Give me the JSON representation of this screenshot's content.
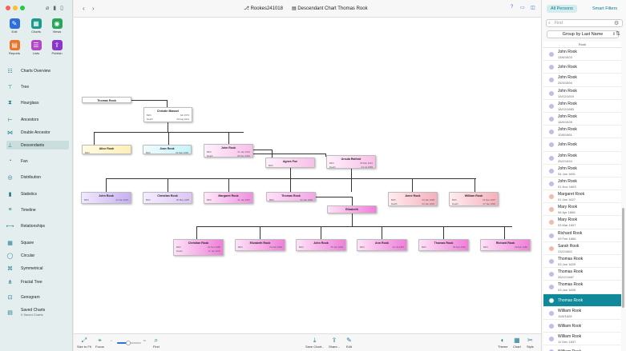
{
  "sidebar": {
    "tools": [
      {
        "label": "Edit",
        "icon": "pencil-icon",
        "color": "#2e6fd9"
      },
      {
        "label": "Charts",
        "icon": "charts-icon",
        "color": "#1a9a8a"
      },
      {
        "label": "Views",
        "icon": "eye-icon",
        "color": "#2aa55a"
      },
      {
        "label": "Reports",
        "icon": "reports-icon",
        "color": "#e9742b"
      },
      {
        "label": "Lists",
        "icon": "lists-icon",
        "color": "#b048c8"
      },
      {
        "label": "Publish",
        "icon": "publish-icon",
        "color": "#8a36c9"
      }
    ],
    "nav": [
      {
        "label": "Charts Overview",
        "icon": "charts-overview-icon"
      },
      {
        "label": "Tree",
        "icon": "tree-icon"
      },
      {
        "label": "Hourglass",
        "icon": "hourglass-icon"
      },
      {
        "label": "Ancestors",
        "icon": "ancestors-icon"
      },
      {
        "label": "Double Ancestor",
        "icon": "double-ancestor-icon"
      },
      {
        "label": "Descendants",
        "icon": "descendants-icon"
      },
      {
        "label": "Fan",
        "icon": "fan-icon"
      },
      {
        "label": "Distribution",
        "icon": "distribution-icon"
      },
      {
        "label": "Statistics",
        "icon": "statistics-icon"
      },
      {
        "label": "Timeline",
        "icon": "timeline-icon"
      },
      {
        "label": "Relationships",
        "icon": "relationships-icon"
      },
      {
        "label": "Square",
        "icon": "square-icon"
      },
      {
        "label": "Circular",
        "icon": "circular-icon"
      },
      {
        "label": "Symmetrical",
        "icon": "symmetrical-icon"
      },
      {
        "label": "Fractal Tree",
        "icon": "fractal-tree-icon"
      },
      {
        "label": "Genogram",
        "icon": "genogram-icon"
      },
      {
        "label": "Saved Charts",
        "icon": "saved-charts-icon",
        "sub": "0 Saved Charts"
      }
    ],
    "active_nav": "Descendants"
  },
  "toolbar": {
    "db_title": "Rookes241018",
    "chart_title": "Descendant Chart Thomas Rook"
  },
  "chart": {
    "root": {
      "name": "Thomas Rook"
    },
    "spouse_root": {
      "name": "Christin Blassel",
      "birth": "Birth",
      "death": "Death",
      "b": "Abt 1573",
      "d": "29 Aug 1614"
    },
    "gen1": [
      {
        "name": "Alice Rook",
        "birth": "Birth",
        "b": "",
        "style": "yellow"
      },
      {
        "name": "Joan Rook",
        "birth": "Birth",
        "b": "01 Mar 1600",
        "style": "cyan"
      },
      {
        "name": "John Rook",
        "birth": "Birth",
        "death": "Death",
        "b": "01 Jan 1601",
        "d": "26 Dec 1661",
        "style": "pink"
      }
    ],
    "gen1_spouses": [
      {
        "name": "Agnes Fue",
        "birth": "Birth",
        "b": "",
        "style": "pink"
      },
      {
        "name": "Ursula Raiford",
        "birth": "Birth",
        "death": "Death",
        "b": "05 Mar 1621",
        "d": "24 Jul 1669",
        "style": "pink"
      }
    ],
    "gen2": [
      {
        "name": "John Rook",
        "birth": "Birth",
        "b": "03 Jan 1623",
        "style": "purple"
      },
      {
        "name": "Christian Rook",
        "birth": "Birth",
        "b": "06 May 1625",
        "style": "lilac"
      },
      {
        "name": "Margaret Rook",
        "birth": "Birth",
        "b": "01 Jan 1627",
        "style": "magenta"
      },
      {
        "name": "Thomas Rook",
        "birth": "Birth",
        "b": "03 Jan 1629",
        "style": "bigpink"
      },
      {
        "name": "Anne Rook",
        "birth": "Birth",
        "death": "Death",
        "b": "03 Jan 1629",
        "d": "03 Jan 1631",
        "style": "red"
      },
      {
        "name": "William Rook",
        "birth": "Birth",
        "death": "Death",
        "b": "21 Dec 1637",
        "d": "07 Jan 1640",
        "style": "red"
      }
    ],
    "gen2_spouse": {
      "name": "Elizabeth",
      "style": "bright"
    },
    "gen3": [
      {
        "name": "Christian Rook",
        "birth": "Birth",
        "death": "Death",
        "b": "24 Nov 1665",
        "d": "27 Jan 1670",
        "style": "bright"
      },
      {
        "name": "Elizabeth Rook",
        "birth": "Birth",
        "b": "02 Feb 1660",
        "style": "bright"
      },
      {
        "name": "John Rook",
        "birth": "Birth",
        "b": "05 Jan 1664",
        "style": "bright"
      },
      {
        "name": "Ann Rook",
        "birth": "Birth",
        "b": "02 Jul 1667",
        "style": "bright"
      },
      {
        "name": "Thomas Rook",
        "birth": "Birth",
        "b": "25 Dec 1667",
        "style": "bright"
      },
      {
        "name": "Richard Rook",
        "birth": "Birth",
        "b": "09 Feb 1666",
        "style": "bright"
      }
    ]
  },
  "bottombar": {
    "items": [
      {
        "label": "Size to Fit",
        "icon": "size-to-fit-icon"
      },
      {
        "label": "Focus",
        "icon": "focus-icon"
      },
      {
        "label": "Find",
        "icon": "find-icon"
      },
      {
        "label": "Save Chart...",
        "icon": "save-chart-icon"
      },
      {
        "label": "Share...",
        "icon": "share-icon"
      },
      {
        "label": "Edit",
        "icon": "edit-icon"
      },
      {
        "label": "Theme",
        "icon": "theme-icon"
      },
      {
        "label": "Chart",
        "icon": "chart-icon"
      },
      {
        "label": "Style",
        "icon": "style-icon"
      }
    ],
    "zoom_level": 0.45
  },
  "right_panel": {
    "tab_all": "All Persons",
    "tab_smart": "Smart Filters",
    "search_placeholder": "Find",
    "group_by": "Group by Last Name",
    "group_header": "Rook",
    "persons": [
      {
        "name": "John Rook",
        "date": "13/6/1623",
        "color": "#c9b8ee"
      },
      {
        "name": "John Rook",
        "date": "",
        "color": "#c9b8ee"
      },
      {
        "name": "John Rook",
        "date": "25/3/1694",
        "color": "#c9b8ee"
      },
      {
        "name": "John Rook",
        "date": "19/12/1619",
        "color": "#c9b8ee"
      },
      {
        "name": "John Rook",
        "date": "18/12/1683",
        "color": "#c9b8ee"
      },
      {
        "name": "John Rook",
        "date": "16/6/1628",
        "color": "#c9b8ee"
      },
      {
        "name": "John Rook",
        "date": "10/8/1661",
        "color": "#c9b8ee"
      },
      {
        "name": "John Rook",
        "date": "",
        "color": "#c9b8ee"
      },
      {
        "name": "John Rook",
        "date": "25/2/1634",
        "color": "#c9b8ee"
      },
      {
        "name": "John Rook",
        "date": "04 Jan 1601",
        "color": "#c9b8ee"
      },
      {
        "name": "John Rook",
        "date": "01 Nov 1663",
        "color": "#c9b8ee"
      },
      {
        "name": "Margaret Rook",
        "date": "01 Jan 1627",
        "color": "#f3b9a6"
      },
      {
        "name": "Mary Rook",
        "date": "06 Apr 1666",
        "color": "#f3b9a6"
      },
      {
        "name": "Mary Rook",
        "date": "03 Mar 1697",
        "color": "#f3b9a6"
      },
      {
        "name": "Richard Rook",
        "date": "09 Feb 1666",
        "color": "#c9b8ee"
      },
      {
        "name": "Sarah Rook",
        "date": "23/2/1662",
        "color": "#f3b9a6"
      },
      {
        "name": "Thomas Rook",
        "date": "03 Jan 1629",
        "color": "#c9b8ee"
      },
      {
        "name": "Thomas Rook",
        "date": "25/12/1667",
        "color": "#c9b8ee"
      },
      {
        "name": "Thomas Rook",
        "date": "03 Jan 1605",
        "color": "#c9b8ee"
      },
      {
        "name": "Thomas Rook",
        "date": "",
        "color": "#c9b8ee",
        "selected": true
      },
      {
        "name": "William Rook",
        "date": "11/8/1628",
        "color": "#c9b8ee"
      },
      {
        "name": "William Rook",
        "date": "",
        "color": "#c9b8ee"
      },
      {
        "name": "William Rook",
        "date": "11 Dec 1637",
        "color": "#c9b8ee"
      },
      {
        "name": "William Rook",
        "date": "",
        "color": "#c9b8ee"
      }
    ]
  }
}
